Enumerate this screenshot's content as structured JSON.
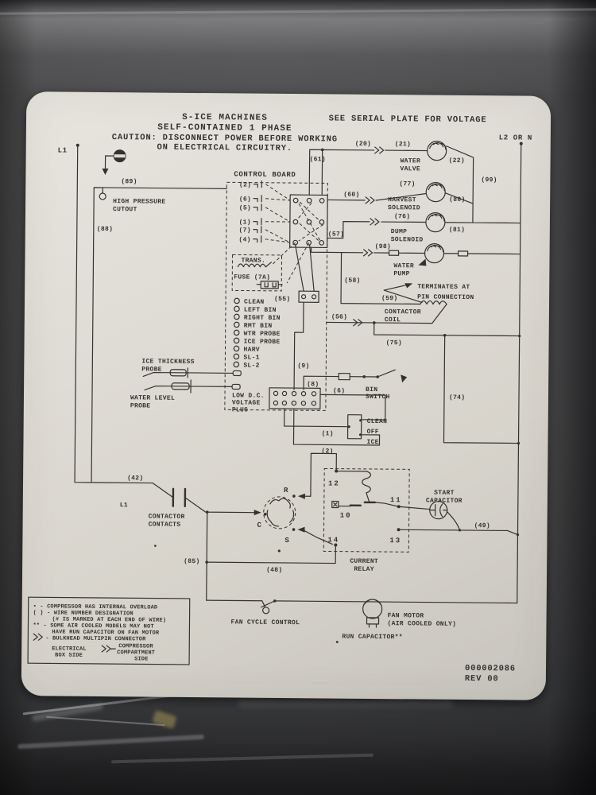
{
  "header": {
    "title_line1": "S-ICE MACHINES",
    "title_line2": "SELF-CONTAINED 1 PHASE",
    "title_line3": "CAUTION: DISCONNECT POWER BEFORE WORKING",
    "title_line4": "ON ELECTRICAL CIRCUITRY.",
    "serial_note": "SEE SERIAL PLATE FOR VOLTAGE"
  },
  "power": {
    "l1_top": "L1",
    "l2_or_n": "L2 OR N",
    "l1_bottom": "L1"
  },
  "wires": {
    "1": "(1)",
    "2": "(2)",
    "6": "(6)",
    "8": "(8)",
    "9": "(9)",
    "20": "(20)",
    "21": "(21)",
    "22": "(22)",
    "42": "(42)",
    "48": "(48)",
    "49": "(49)",
    "55": "(55)",
    "56": "(56)",
    "57": "(57)",
    "58": "(58)",
    "59": "(59)",
    "60": "(60)",
    "61": "(61)",
    "74": "(74)",
    "75": "(75)",
    "76": "(76)",
    "77": "(77)",
    "80": "(80)",
    "81": "(81)",
    "85": "(85)",
    "88": "(88)",
    "89": "(89)",
    "98": "(98)",
    "99": "(99)"
  },
  "control_board": {
    "label": "CONTROL BOARD",
    "pins": [
      "(2)",
      "(6)",
      "(5)",
      "(1)",
      "(7)",
      "(4)"
    ],
    "trans": "TRANS.",
    "fuse": "FUSE (7A)",
    "status_list": [
      "CLEAN",
      "LEFT BIN",
      "RIGHT BIN",
      "RMT BIN",
      "WTR PROBE",
      "ICE PROBE",
      "HARV",
      "SL-1",
      "SL-2"
    ],
    "plug": [
      "LOW D.C.",
      "VOLTAGE",
      "PLUG"
    ]
  },
  "components": {
    "water_valve": [
      "WATER",
      "VALVE"
    ],
    "harvest_solenoid": [
      "HARVEST",
      "SOLENOID"
    ],
    "dump_solenoid": [
      "DUMP",
      "SOLENOID"
    ],
    "water_pump": [
      "WATER",
      "PUMP"
    ],
    "terminates": [
      "TERMINATES AT",
      "PIN CONNECTION"
    ],
    "contactor_coil": [
      "CONTACTOR",
      "COIL"
    ],
    "high_pressure_cutout": [
      "HIGH PRESSURE",
      "CUTOUT"
    ],
    "ice_thickness_probe": [
      "ICE THICKNESS",
      "PROBE"
    ],
    "water_level_probe": [
      "WATER LEVEL",
      "PROBE"
    ],
    "bin_switch": [
      "BIN",
      "SWITCH"
    ],
    "selector": [
      "CLEAN",
      "OFF",
      "ICE"
    ],
    "contactor_contacts": [
      "CONTACTOR",
      "CONTACTS"
    ],
    "current_relay": [
      "CURRENT",
      "RELAY"
    ],
    "start_capacitor": [
      "START",
      "CAPACITOR"
    ],
    "fan_cycle_control": "FAN CYCLE CONTROL",
    "fan_motor": [
      "FAN MOTOR",
      "(AIR COOLED ONLY)"
    ],
    "run_capacitor": "RUN CAPACITOR**",
    "relay_terminals": [
      "12",
      "11",
      "10",
      "14",
      "13"
    ],
    "motor_terminals": [
      "R",
      "C",
      "S"
    ]
  },
  "legend": {
    "line1": "•  - COMPRESSOR HAS INTERNAL OVERLOAD",
    "line2": "( ) - WIRE NUMBER DESIGNATION",
    "line3": "(# IS MARKED AT EACH END OF WIRE)",
    "line4": "** - SOME AIR COOLED MODELS MAY NOT",
    "line5": "HAVE RUN CAPACITOR ON FAN MOTOR",
    "line6": "- BULKHEAD MULTIPIN CONNECTOR",
    "left_side": [
      "ELECTRICAL",
      "BOX SIDE"
    ],
    "right_side": [
      "COMPRESSOR",
      "COMPARTMENT",
      "SIDE"
    ]
  },
  "footer": {
    "part_number": "000002086",
    "revision": "REV 00"
  },
  "colors": {
    "label_bg": "#dedbd3",
    "ink": "#34322e",
    "metal": "#4a4a4c"
  }
}
